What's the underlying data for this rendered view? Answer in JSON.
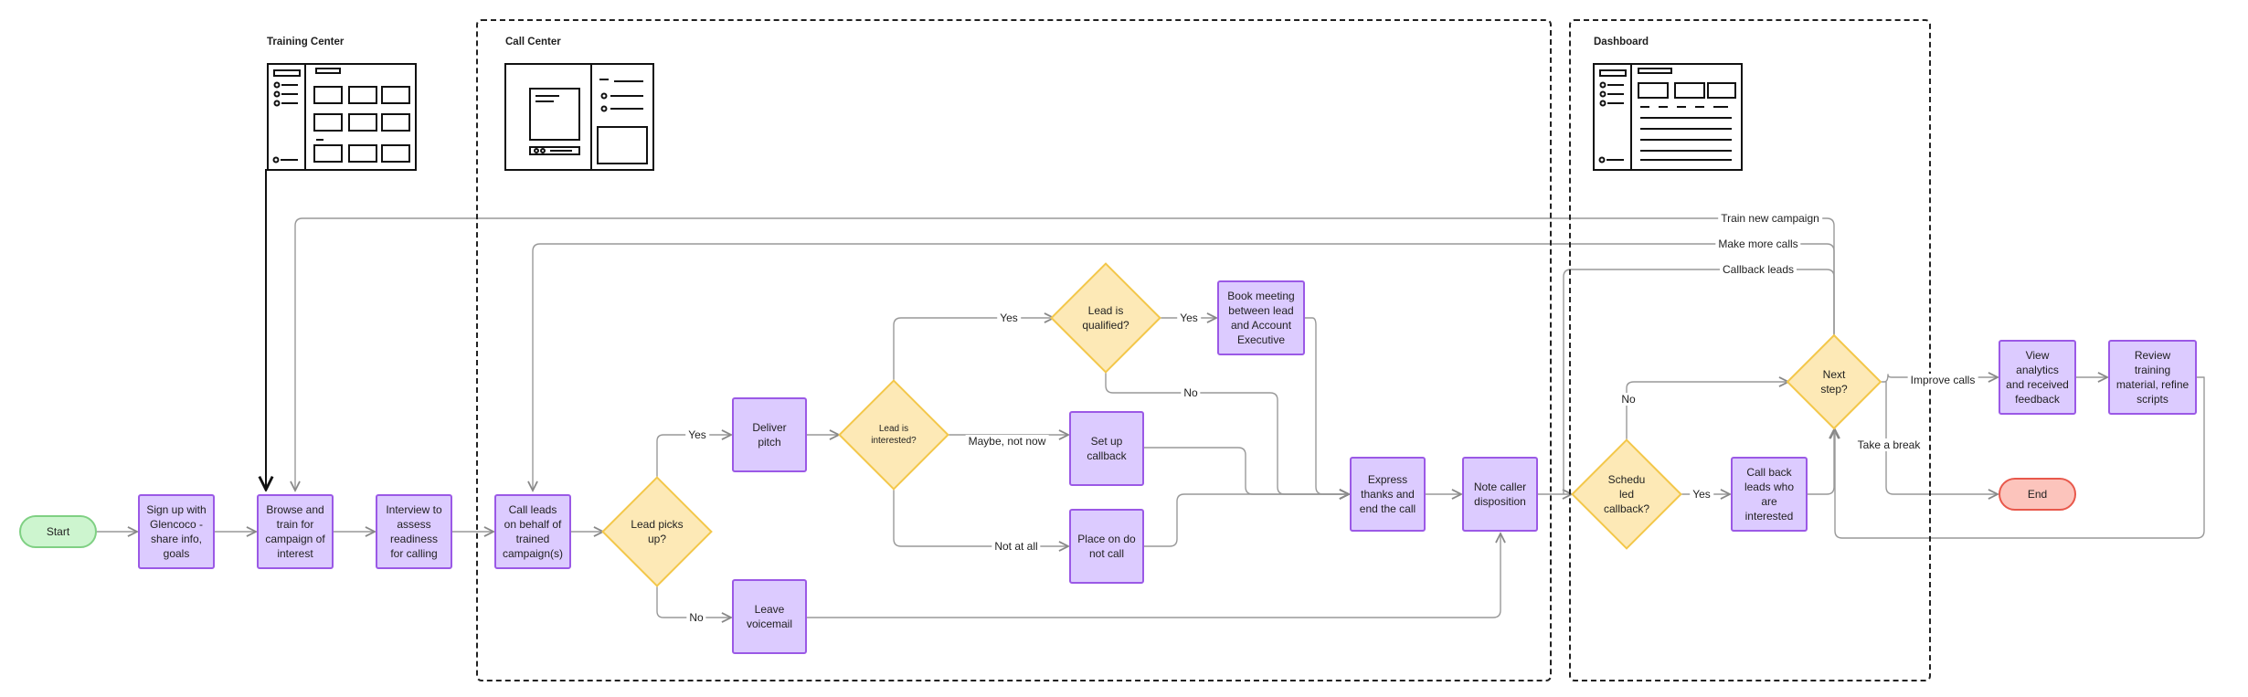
{
  "sections": {
    "training_center": "Training Center",
    "call_center": "Call Center",
    "dashboard": "Dashboard"
  },
  "nodes": {
    "start": "Start",
    "sign_up": "Sign up with Glencoco - share info, goals",
    "browse_train": "Browse and train for campaign of interest",
    "interview": "Interview to assess readiness for calling",
    "call_leads": "Call leads on behalf of trained campaign(s)",
    "lead_picks_up": "Lead picks up?",
    "deliver_pitch": "Deliver pitch",
    "leave_voicemail": "Leave voicemail",
    "lead_interested": "Lead is interested?",
    "lead_qualified": "Lead is qualified?",
    "book_meeting": "Book meeting between lead and  Account Executive",
    "set_up_callback": "Set up callback",
    "place_do_not_call": "Place on do not call",
    "express_thanks": "Express thanks and end the call",
    "note_disposition": "Note caller disposition",
    "scheduled_callback": "Schedu\nled callback?",
    "call_back_leads": "Call back leads who are interested",
    "next_step": "Next step?",
    "view_analytics": "View analytics and received feedback",
    "review_training": "Review training material, refine scripts",
    "end": "End"
  },
  "edge_labels": {
    "pickup_yes": "Yes",
    "pickup_no": "No",
    "interested_yes": "Yes",
    "interested_maybe": "Maybe, not now",
    "interested_not_at_all": "Not at all",
    "qualified_yes": "Yes",
    "qualified_no": "No",
    "sched_yes": "Yes",
    "sched_no": "No",
    "train_new_campaign": "Train new campaign",
    "make_more_calls": "Make more calls",
    "callback_leads": "Callback leads",
    "improve_calls": "Improve calls",
    "take_a_break": "Take a break"
  }
}
